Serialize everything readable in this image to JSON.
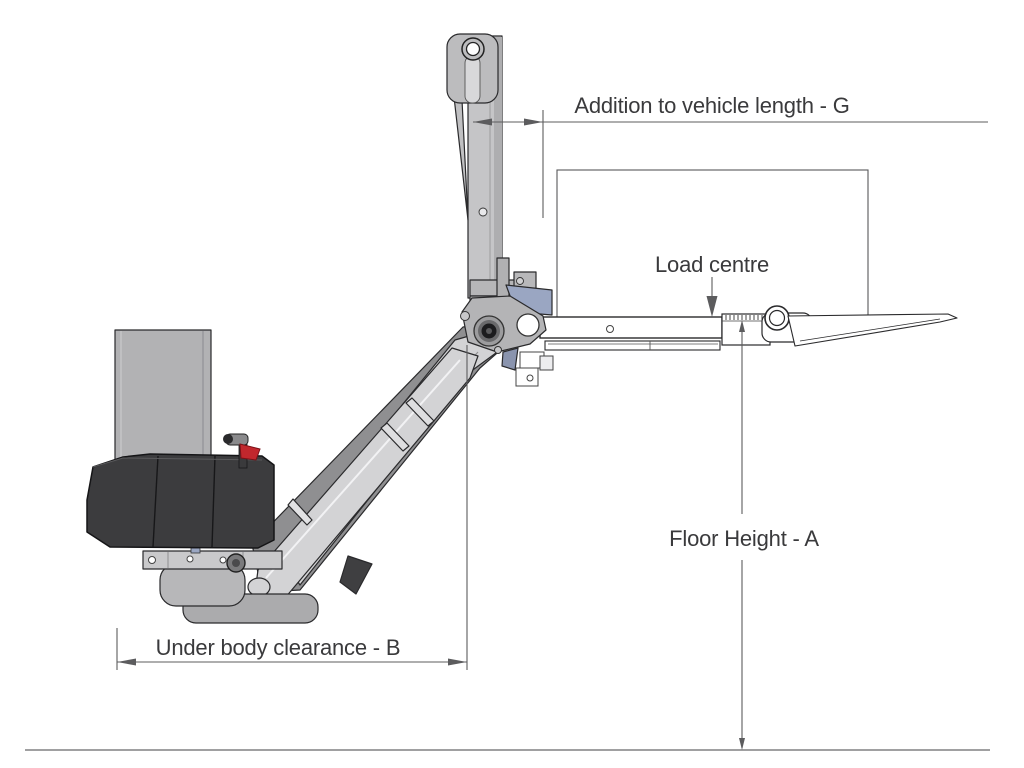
{
  "diagram": {
    "type": "technical-drawing",
    "subject": "Column tail lift side elevation with dimension annotations",
    "labels": {
      "addition_to_vehicle_length": "Addition to vehicle length - G",
      "load_centre": "Load centre",
      "floor_height": "Floor Height - A",
      "under_body_clearance": "Under body clearance - B"
    },
    "dimension_letters": [
      "G",
      "A",
      "B"
    ],
    "colors": {
      "background": "#ffffff",
      "outline": "#2a2a2c",
      "dimension_line": "#5c5c5e",
      "text": "#3a3a3c",
      "ground_line": "#808082",
      "housing_dark": "#3c3c3e",
      "metal_light": "#d3d3d5",
      "metal_mid": "#b2b2b4",
      "metal_dark": "#8f8f91",
      "accent_blue": "#9aa6c2",
      "accent_red": "#c1272d"
    }
  }
}
